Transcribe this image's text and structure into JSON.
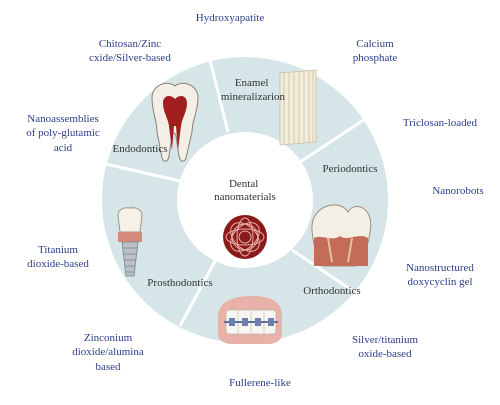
{
  "diagram": {
    "center_label_lines": [
      "Dental",
      "nanomaterials"
    ],
    "segments": {
      "enamel": [
        "Enamel",
        "mineralizarion"
      ],
      "periodontics": [
        "Periodontics"
      ],
      "orthodontics": [
        "Orthodontics"
      ],
      "prosthodontics": [
        "Prosthodontics"
      ],
      "endodontics": [
        "Endodontics"
      ]
    },
    "outer_labels": {
      "hydroxyapatite": "Hydroxyapatite",
      "calcium": "Calcium\nphosphate",
      "chitosan": "Chitosan/Zinc\ncxide/Silver-based",
      "nanoassemblies": "Nanoassemblies\nof poly-glutamic\nacid",
      "triclosan": "Triclosan-loaded",
      "nanorobots": "Nanorobots",
      "titanium": "Titanium\ndioxide-based",
      "nanostructured": "Nanostructured\ndoxycyclin gel",
      "zirconium": "Zinconium\ndioxide/alumina\nbased",
      "silver": "Silver/titanium\noxide-based",
      "fullerene": "Fullerene-like"
    },
    "colors": {
      "ring": "#d6e6e8",
      "divider": "#ffffff",
      "text": "#333333",
      "outer_text": "#2c3e86"
    }
  }
}
